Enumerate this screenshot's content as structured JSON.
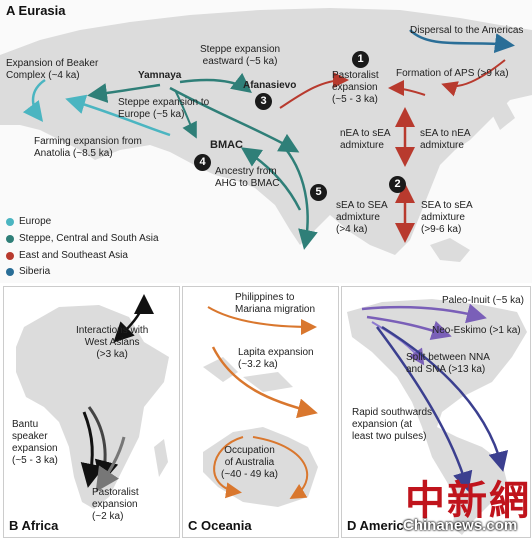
{
  "eurasia": {
    "title": "A Eurasia",
    "labels": {
      "dispersal": "Dispersal to the Americas",
      "beaker": "Expansion of Beaker\nComplex (~4 ka)",
      "yamnaya": "Yamnaya",
      "steppe_east": "Steppe expansion\neastward (~5 ka)",
      "afanasievo": "Afanasievo",
      "steppe_europe": "Steppe expansion to\nEurope (~5 ka)",
      "pastoralist": "Pastoralist\nexpansion\n(~5 - 3 ka)",
      "aps": "Formation of APS (>9 ka)",
      "farming": "Farming expansion from\nAnatolia (~8.5 ka)",
      "bmac": "BMAC",
      "nea_sea": "nEA to sEA\nadmixture",
      "sea_nea": "sEA to nEA\nadmixture",
      "ancestry": "Ancestry from\nAHG to BMAC",
      "sea_sea": "sEA to SEA\nadmixture\n(>4 ka)",
      "sea_sea2": "SEA to sEA\nadmixture\n(>9-6 ka)"
    },
    "markers": [
      "1",
      "2",
      "3",
      "4",
      "5"
    ]
  },
  "legend": [
    {
      "label": "Europe",
      "color": "#4bb5c1"
    },
    {
      "label": "Steppe, Central and South Asia",
      "color": "#2f7f78"
    },
    {
      "label": "East and Southeast Asia",
      "color": "#b83a2e"
    },
    {
      "label": "Siberia",
      "color": "#2a6e97"
    }
  ],
  "africa": {
    "title": "B Africa",
    "labels": {
      "interactions": "Interactions with\nWest Asians\n(>3 ka)",
      "bantu": "Bantu\nspeaker\nexpansion\n(~5 - 3 ka)",
      "pastoralist": "Pastoralist\nexpansion\n(~2 ka)"
    }
  },
  "oceania": {
    "title": "C Oceania",
    "labels": {
      "philippines": "Philippines to\nMariana migration",
      "lapita": "Lapita expansion\n(~3.2 ka)",
      "australia": "Occupation\nof Australia\n(~40 - 49 ka)"
    }
  },
  "americas": {
    "title": "D Americ",
    "labels": {
      "paleo": "Paleo-Inuit (~5 ka)",
      "neo": "Neo-Eskimo (>1 ka)",
      "split": "Split between NNA\nand SNA (>13 ka)",
      "rapid": "Rapid southwards\nexpansion (at\nleast two pulses)"
    }
  },
  "watermark": {
    "cn": "中新網",
    "en": "Chinanews.com"
  },
  "colors": {
    "europe": "#4bb5c1",
    "steppe": "#2f7f78",
    "east": "#b83a2e",
    "siberia": "#2a6e97",
    "land": "#dcdcdc",
    "sea": "#ffffff"
  }
}
